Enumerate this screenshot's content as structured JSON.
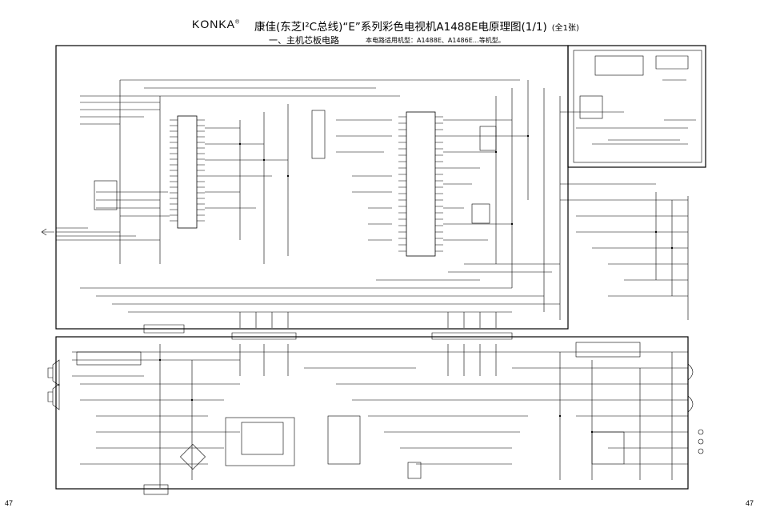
{
  "header": {
    "brand": "KONKA",
    "brand_mark": "®",
    "title": "康佳(东芝I²C总线)“E”系列彩色电视机A1488E电原理图(1/1)",
    "title_note": "(全1张)",
    "section": "一、主机芯板电路",
    "models": "本电路适用机型：A1488E、A1486E…等机型。"
  },
  "page": {
    "left": "47",
    "right": "47"
  }
}
